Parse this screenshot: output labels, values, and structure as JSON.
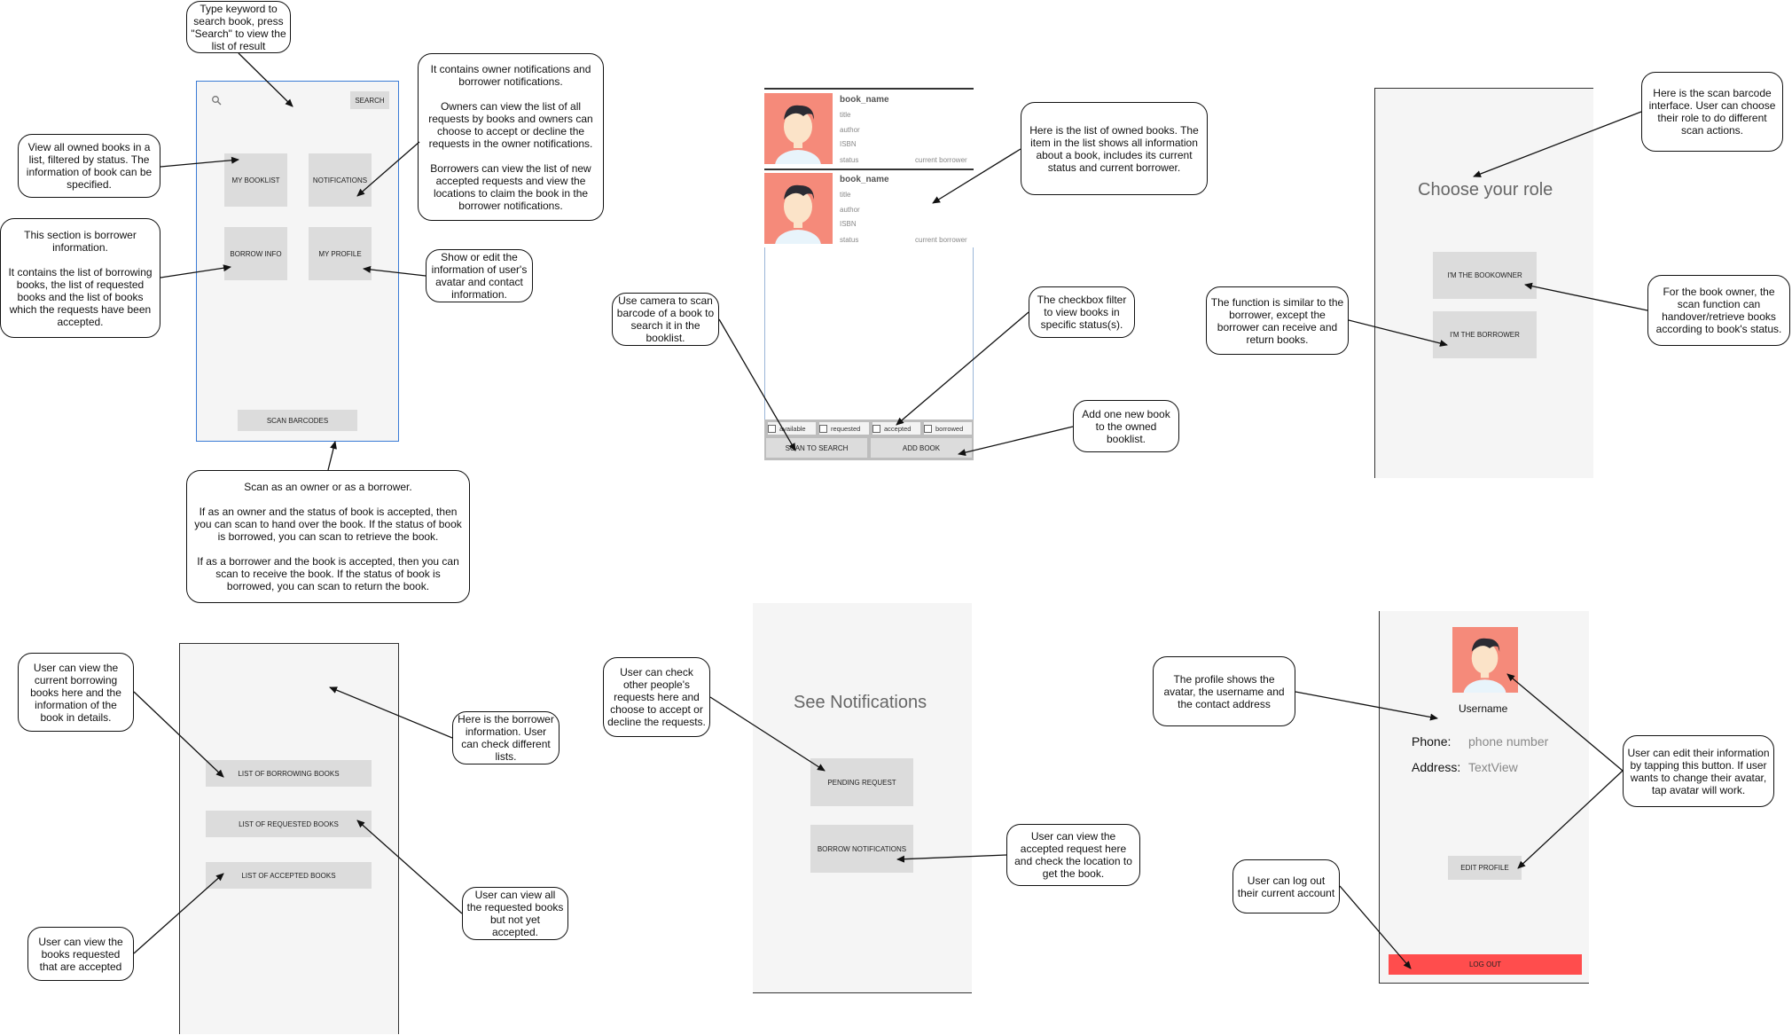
{
  "main_menu": {
    "search_button": "SEARCH",
    "my_booklist": "MY BOOKLIST",
    "notifications": "NOTIFICATIONS",
    "borrow_info": "BORROW INFO",
    "my_profile": "MY PROFILE",
    "scan_barcodes": "SCAN BARCODES"
  },
  "booklist": {
    "items": [
      {
        "name": "book_name",
        "title": "title",
        "author": "author",
        "isbn": "ISBN",
        "status": "status",
        "borrower": "current borrower"
      },
      {
        "name": "book_name",
        "title": "title",
        "author": "author",
        "isbn": "ISBN",
        "status": "status",
        "borrower": "current borrower"
      }
    ],
    "filters": [
      "available",
      "requested",
      "accepted",
      "borrowed"
    ],
    "scan_to_search": "SCAN TO SEARCH",
    "add_book": "ADD BOOK"
  },
  "role": {
    "title": "Choose your role",
    "bookowner": "I'M THE BOOKOWNER",
    "borrower": "I'M THE BORROWER"
  },
  "borrow_info": {
    "borrowing": "LIST OF BORROWING BOOKS",
    "requested": "LIST OF REQUESTED BOOKS",
    "accepted": "LIST OF ACCEPTED BOOKS"
  },
  "notifications": {
    "title": "See Notifications",
    "pending": "PENDING REQUEST",
    "borrow": "BORROW NOTIFICATIONS"
  },
  "profile": {
    "username": "Username",
    "phone_label": "Phone:",
    "phone_value": "phone number",
    "address_label": "Address:",
    "address_value": "TextView",
    "edit": "EDIT PROFILE",
    "logout": "LOG OUT"
  },
  "callouts": {
    "search": "Type keyword to search book, press \"Search\" to view the list of result",
    "notif": "It contains owner notifications and borrower notifications.\n\nOwners can view the list of all requests by books and owners can choose to accept or decline the requests in the owner notifications.\n\nBorrowers can view the list of new accepted requests and view the locations to claim the book in the borrower notifications.",
    "booklist": "View all owned books in a list, filtered by status. The information of book can be specified.",
    "borrowinfo": "This section is borrower information.\n\nIt contains the list of borrowing books, the list of requested books and the list of books which the requests have been accepted.",
    "profile": "Show or edit the information of user's avatar and contact information.",
    "scan": "Scan as an owner or as a borrower.\n\nIf as an owner and the status of book is accepted, then you can scan to hand over the book. If the status of book is borrowed, you can scan to retrieve the book.\n\nIf as a borrower and the book is accepted, then you can scan to receive the book. If the status of book is borrowed, you can scan to return the book.",
    "owned_list": "Here is the list of owned books. The item in the list shows all information about a book, includes its current status and current borrower.",
    "camera": "Use camera to scan barcode of a book to search it in the booklist.",
    "checkbox": "The checkbox filter to view books in specific status(s).",
    "addbook": "Add one new book to the owned booklist.",
    "scan_iface": "Here is the scan barcode interface. User can choose their role to do different scan actions.",
    "owner_role": "For the book owner, the scan function can handover/retrieve books according to book's status.",
    "borrower_role": "The function is similar to the borrower, except the borrower can receive and return books.",
    "current_borrow": "User can view the current borrowing books here and the information of the book in details.",
    "borrower_info": "Here is the borrower information. User can check different lists.",
    "requested": "User can view all the requested books but not yet accepted.",
    "accepted_req": "User can view the books requested that are accepted",
    "others_req": "User can check other people's requests here and choose to accept or decline the requests.",
    "accepted_loc": "User can view the accepted request here and check the location to get the book.",
    "profile_shows": "The profile shows the avatar, the username and the contact address",
    "edit_info": "User can edit their information by tapping this button. If user wants to change their avatar, tap avatar will work.",
    "logout": "User can log out their current account"
  },
  "colors": {
    "logout": "#ff4d4d",
    "avatar_bg": "#f58a7a",
    "screen_bg": "#f5f5f5",
    "button": "#dcdcdc",
    "screen_border": "#3a7bd5"
  }
}
